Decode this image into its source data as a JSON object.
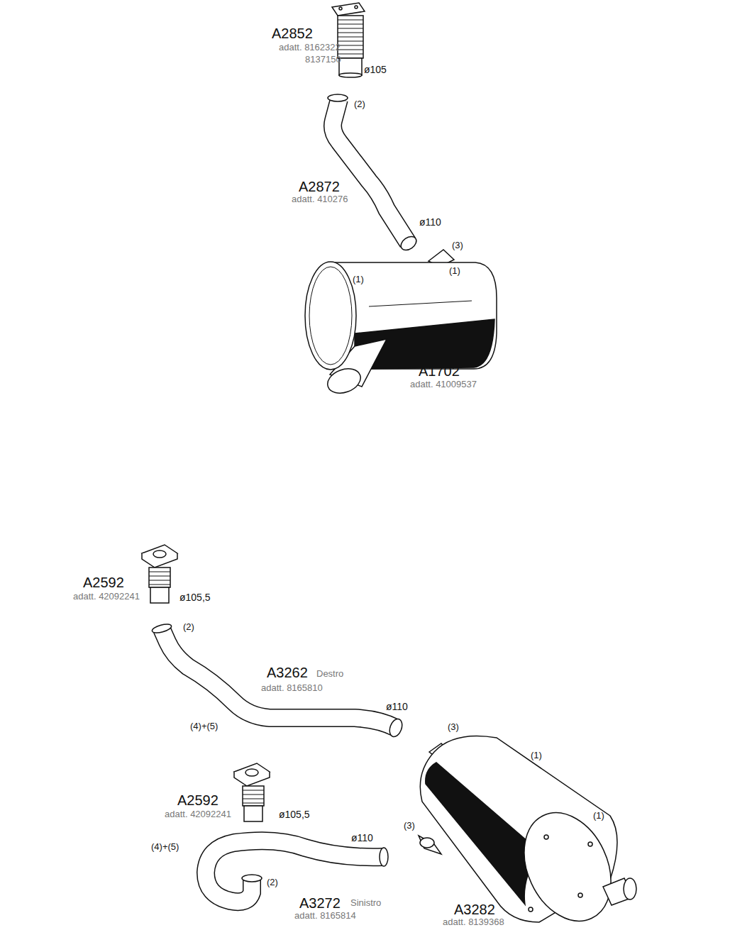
{
  "diagram": {
    "labels": [
      "A2852",
      "adatt. 8162322",
      "8137150",
      "ø105",
      "(2)",
      "A2872",
      "adatt. 410276",
      "ø110",
      "(3)",
      "(1)",
      "(1)",
      "A1702",
      "adatt. 41009537",
      "A2592",
      "adatt. 42092241",
      "ø105,5",
      "(2)",
      "A3262",
      "Destro",
      "adatt. 8165810",
      "ø110",
      "(4)+(5)",
      "(3)",
      "(1)",
      "A2592",
      "adatt. 42092241",
      "ø105,5",
      "(1)",
      "(3)",
      "ø110",
      "(4)+(5)",
      "(2)",
      "A3272",
      "Sinistro",
      "adatt. 8165814",
      "A3282",
      "adatt. 8139368"
    ]
  }
}
